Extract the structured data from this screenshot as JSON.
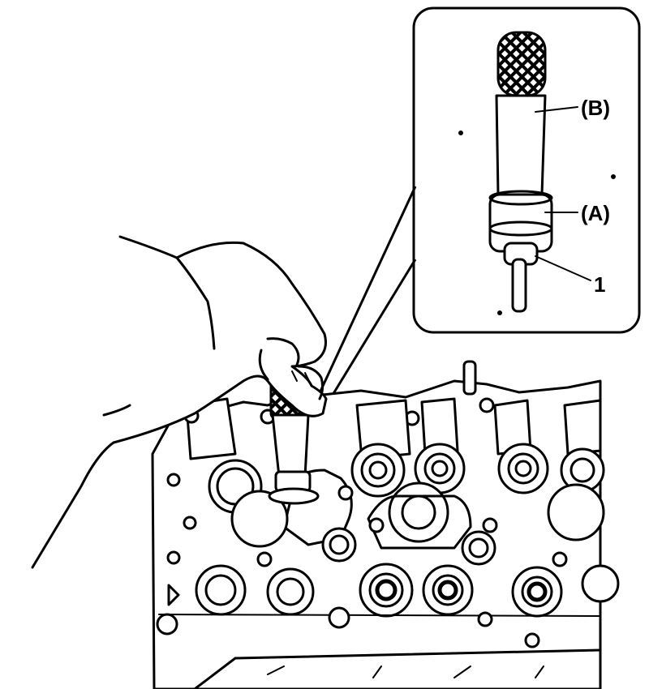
{
  "callouts": {
    "label_b": "(B)",
    "label_a": "(A)",
    "label_1": "1"
  },
  "colors": {
    "ink": "#000000",
    "paper": "#ffffff"
  },
  "icons": [
    "hand-illustration",
    "cylinder-head-illustration",
    "valve-stem-seal-installer-tool-illustration"
  ]
}
